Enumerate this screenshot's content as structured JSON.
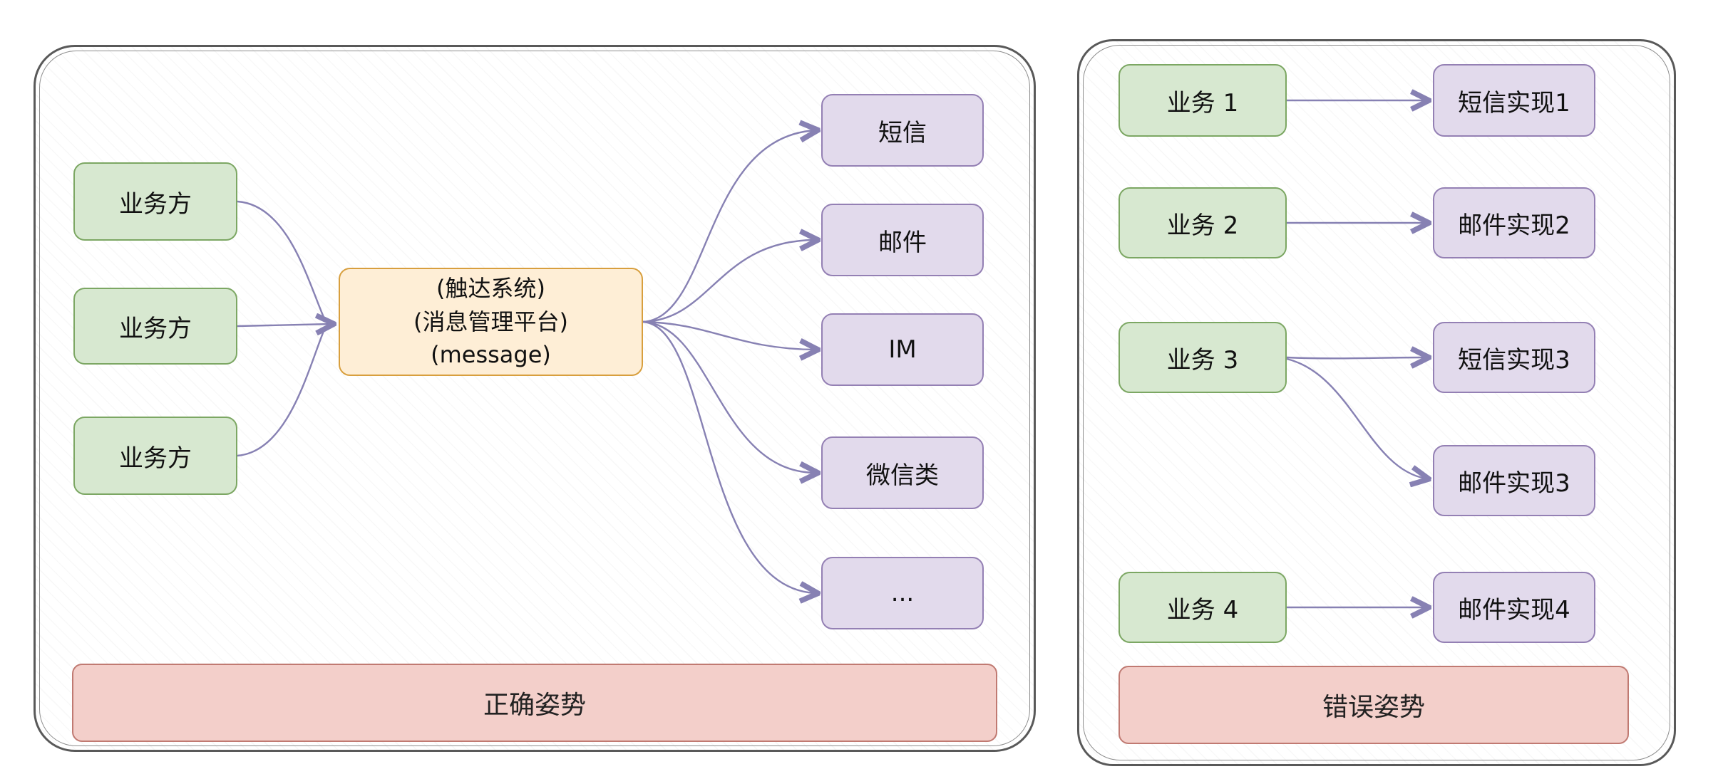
{
  "left_panel": {
    "sources": [
      {
        "label": "业务方"
      },
      {
        "label": "业务方"
      },
      {
        "label": "业务方"
      }
    ],
    "hub": {
      "lines": [
        "(触达系统)",
        "(消息管理平台)",
        "(message)"
      ]
    },
    "channels": [
      {
        "label": "短信"
      },
      {
        "label": "邮件"
      },
      {
        "label": "IM"
      },
      {
        "label": "微信类"
      },
      {
        "label": "..."
      }
    ],
    "banner": {
      "label": "正确姿势"
    }
  },
  "right_panel": {
    "services": [
      {
        "label": "业务 1"
      },
      {
        "label": "业务 2"
      },
      {
        "label": "业务 3"
      },
      {
        "label": "业务 4"
      }
    ],
    "implementations": [
      {
        "label": "短信实现1"
      },
      {
        "label": "邮件实现2"
      },
      {
        "label": "短信实现3"
      },
      {
        "label": "邮件实现3"
      },
      {
        "label": "邮件实现4"
      }
    ],
    "banner": {
      "label": "错误姿势"
    }
  },
  "colors": {
    "source_fill": "#d7e8d0",
    "source_border": "#7ca763",
    "channel_fill": "#e2daec",
    "channel_border": "#9480b4",
    "hub_fill": "#feeed6",
    "hub_border": "#d89f3e",
    "banner_fill": "#f3cfca",
    "banner_border": "#c07a72",
    "arrow": "#8781b3",
    "panel_border": "#595959"
  }
}
